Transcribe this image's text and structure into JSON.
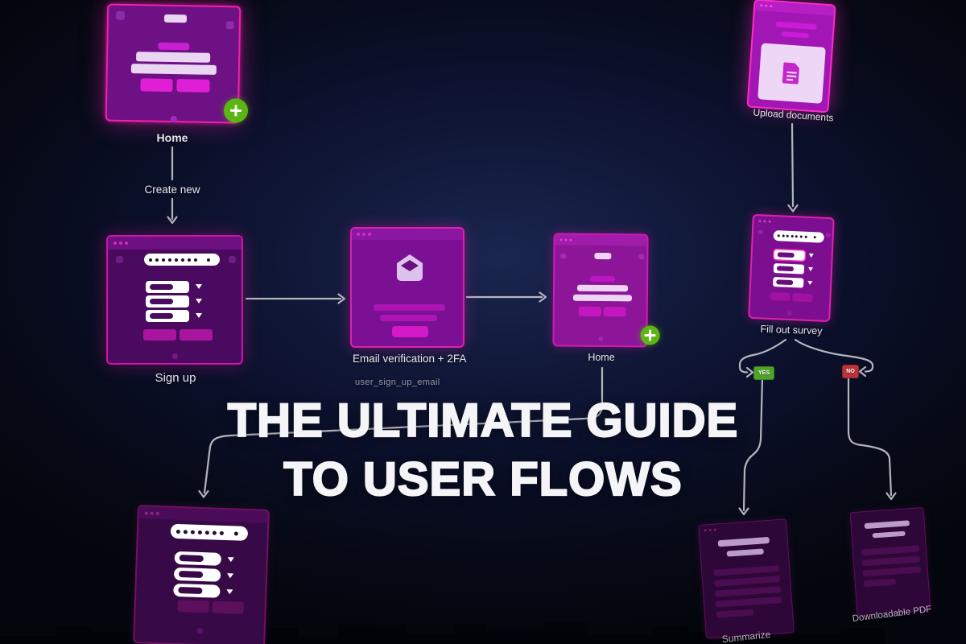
{
  "title": {
    "line1": "THE ULTIMATE GUIDE",
    "line2": "TO USER FLOWS"
  },
  "nodes": {
    "home_top": {
      "label": "Home"
    },
    "create_new": {
      "label": "Create new"
    },
    "sign_up": {
      "label": "Sign up"
    },
    "email_verification": {
      "label": "Email verification + 2FA",
      "flow_tag": "user_sign_up_email"
    },
    "home_main": {
      "label": "Home"
    },
    "upload_documents": {
      "label": "Upload documents"
    },
    "fill_out_survey": {
      "label": "Fill out survey"
    },
    "summarize": {
      "label": "Summarize"
    },
    "downloadable_pdf": {
      "label": "Downloadable PDF"
    }
  },
  "badges": {
    "yes": "YES",
    "no": "NO"
  },
  "colors": {
    "background_navy": "#0a0f28",
    "accent_pink": "#f01fae",
    "card_purple": "#6d1185",
    "card_dark_purple": "#4a0a60",
    "bright_magenta": "#d318c8",
    "lavender": "#ead6f3",
    "plus_green": "#5cb513",
    "yes_green": "#4fa32b",
    "no_red": "#bb3238",
    "connector_gray": "#c2c3cb"
  }
}
